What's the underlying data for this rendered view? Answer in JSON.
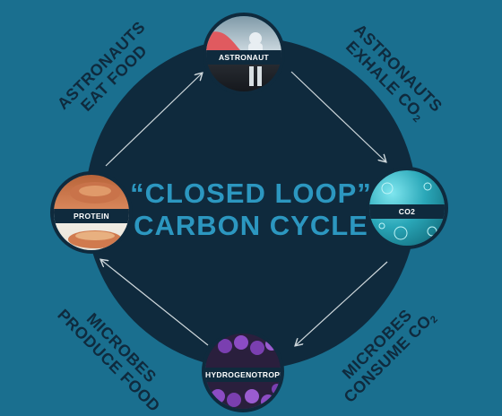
{
  "title": {
    "line1": "“CLOSED LOOP”",
    "line2": "CARBON CYCLE"
  },
  "nodes": {
    "astronaut": "ASTRONAUT",
    "co2": "CO2",
    "hydrogenotrophs": "HYDROGENOTROPHS",
    "protein": "PROTEIN"
  },
  "edges": {
    "top_left": {
      "line1": "ASTRONAUTS",
      "line2": "EAT FOOD"
    },
    "top_right": {
      "line1": "ASTRONAUTS",
      "line2": "EXHALE CO",
      "sub": "2"
    },
    "bottom_right": {
      "line1": "MICROBES",
      "line2": "CONSUME CO",
      "sub": "2"
    },
    "bottom_left": {
      "line1": "MICROBES",
      "line2": "PRODUCE FOOD"
    }
  },
  "colors": {
    "background": "#1a6f8f",
    "circle": "#0f2a3d",
    "title": "#2c97c0",
    "node_band": "#0f2a3d",
    "arrow": "#cfd8dc"
  }
}
